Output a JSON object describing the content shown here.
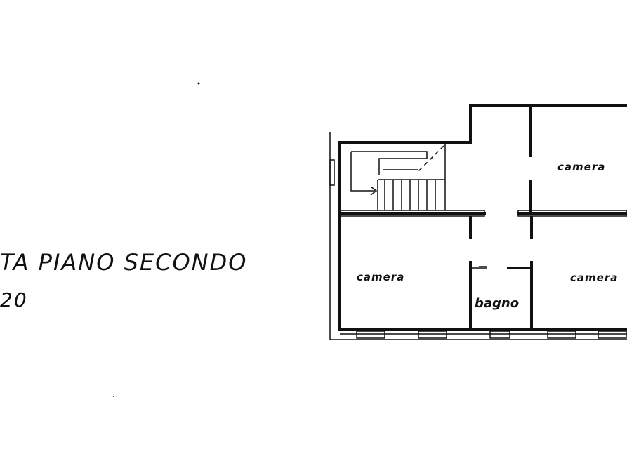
{
  "title": {
    "line1": "TA PIANO SECONDO",
    "line2": "20"
  },
  "rooms": [
    {
      "id": "camera-top-right",
      "label": "camera"
    },
    {
      "id": "camera-left",
      "label": "camera"
    },
    {
      "id": "bagno",
      "label": "bagno"
    },
    {
      "id": "camera-bottom-right",
      "label": "camera"
    }
  ]
}
